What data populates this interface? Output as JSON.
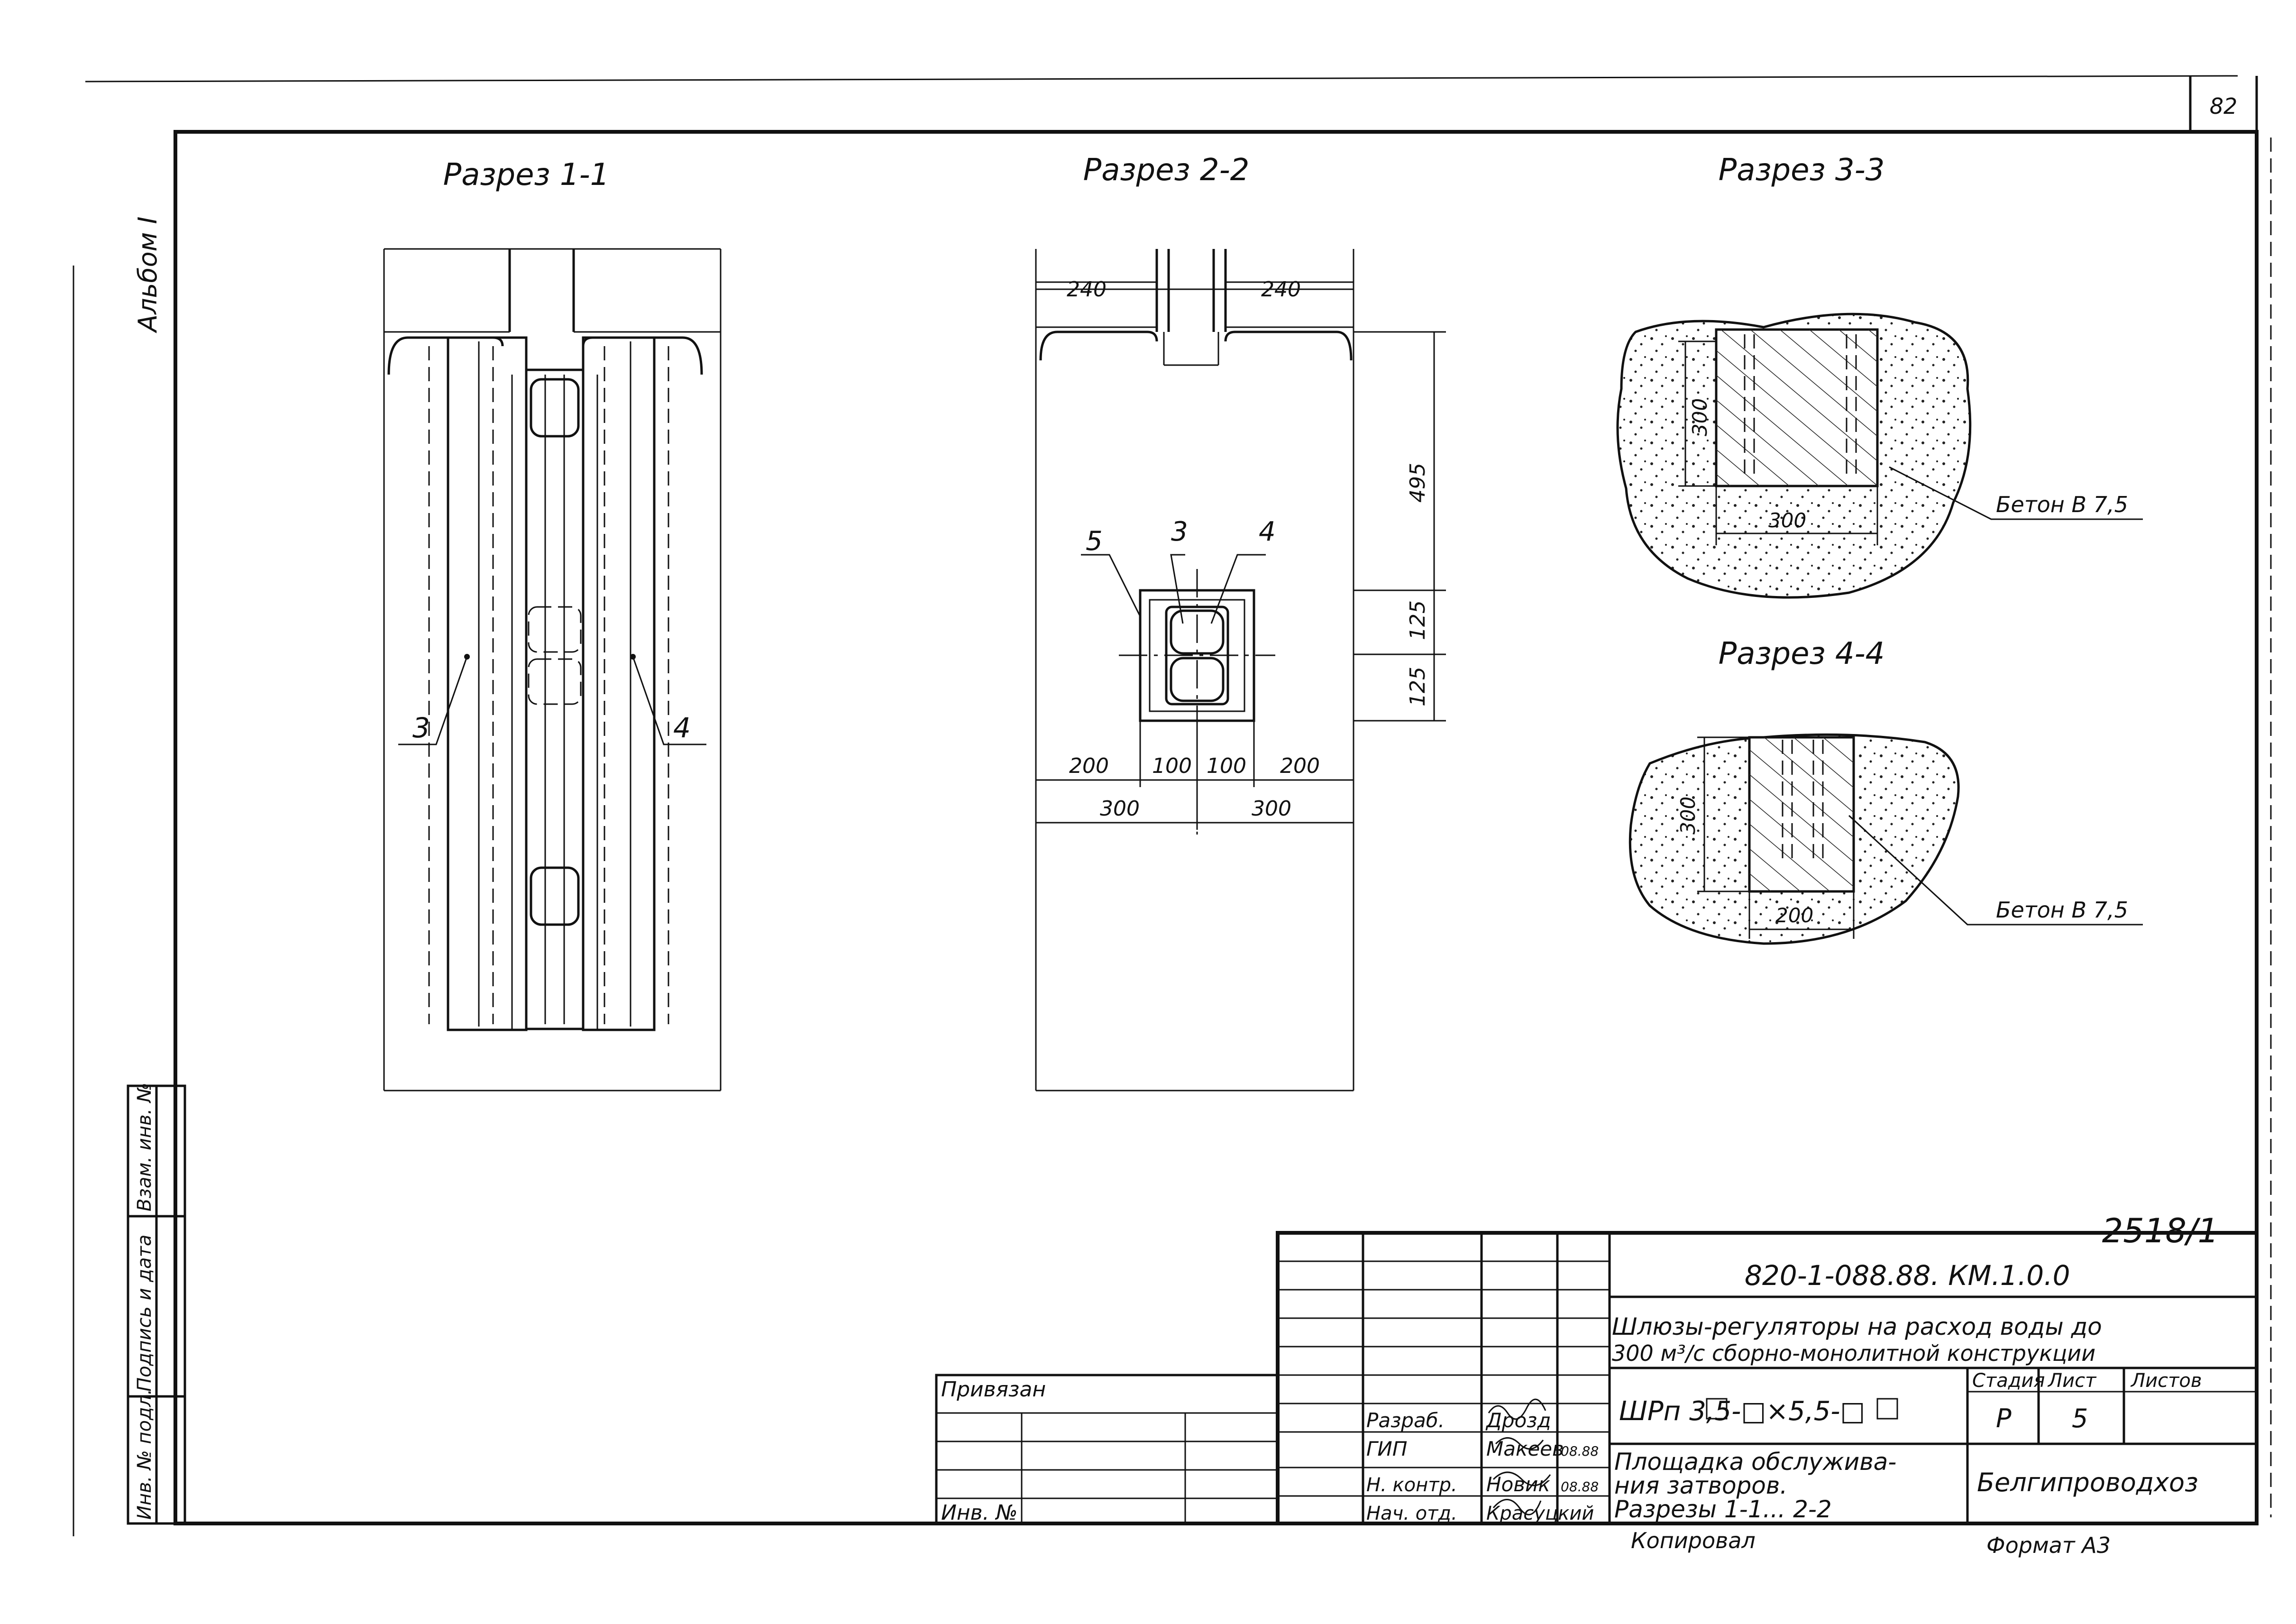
{
  "sheet_number": "82",
  "album_label": "Альбом I",
  "sections": {
    "s11": "Разрез 1-1",
    "s22": "Разрез 2-2",
    "s33": "Разрез 3-3",
    "s44": "Разрез 4-4"
  },
  "section11": {
    "callout_3": "3",
    "callout_4": "4"
  },
  "section22": {
    "dim_240_left": "240",
    "dim_240_right": "240",
    "dim_495": "495",
    "dim_125_top": "125",
    "dim_125_bottom": "125",
    "dim_200_left": "200",
    "dim_100_left": "100",
    "dim_100_right": "100",
    "dim_200_right": "200",
    "dim_300_left": "300",
    "dim_300_right": "300",
    "callout_5": "5",
    "callout_3": "3",
    "callout_4": "4"
  },
  "section33": {
    "dim_300_v": "300",
    "dim_300_h": "300",
    "concrete_label": "Бетон B 7,5"
  },
  "section44": {
    "dim_300_v": "300",
    "dim_200_h": "200",
    "concrete_label": "Бетон B 7,5"
  },
  "side_stamp": {
    "inv_podl": "Инв. № подл.",
    "signature_date": "Подпись и дата",
    "vzam_inv": "Взам. инв. №"
  },
  "title_block": {
    "drawing_ref": "2518/1",
    "doc_code": "820-1-088.88. КМ.1.0.0",
    "project_title_line1": "Шлюзы-регуляторы на расход воды до",
    "project_title_line2": "300 м³/с сборно-монолитной конструкции",
    "mark": "ШРп 3,5-□×5,5-□",
    "stage_header": "Стадия",
    "sheet_header": "Лист",
    "sheets_header": "Листов",
    "stage_value": "Р",
    "sheet_value": "5",
    "sheet_title_line1": "Площадка обслужива-",
    "sheet_title_line2": "ния затворов.",
    "sheet_title_line3": "Разрезы 1-1... 2-2",
    "organization": "Белгипроводхоз",
    "copied_label": "Копировал",
    "format_label": "Формат А3",
    "privyazan": "Привязан",
    "inv_no": "Инв. №",
    "roles": [
      {
        "role": "Разраб.",
        "name": "Дрозд",
        "date": ""
      },
      {
        "role": "ГИП",
        "name": "Макеев",
        "date": "08.88"
      },
      {
        "role": "Н. контр.",
        "name": "Новик",
        "date": "08.88"
      },
      {
        "role": "Нач. отд.",
        "name": "Красуцкий",
        "date": ""
      }
    ]
  }
}
